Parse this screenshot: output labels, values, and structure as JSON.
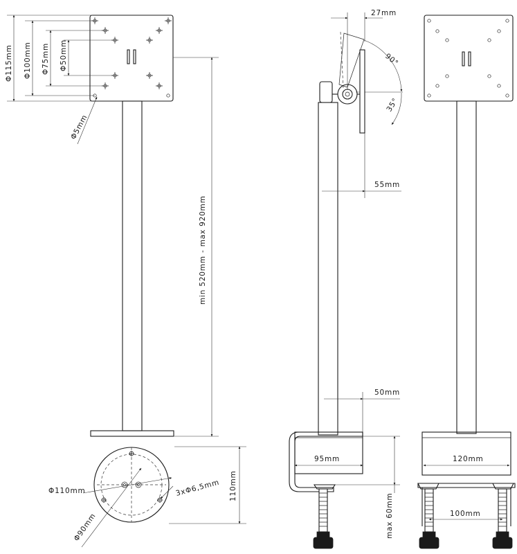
{
  "front_view": {
    "plate_hole_115": "Φ115mm",
    "plate_hole_100": "Φ100mm",
    "plate_hole_75": "Φ75mm",
    "plate_hole_50": "Φ50mm",
    "hole_diameter": "Φ5mm",
    "height_range": "min 520mm  -  max 920mm",
    "base_diameter": "Φ110mm",
    "base_holes": "3xΦ6,5mm",
    "base_bolt_circle": "Φ90mm",
    "base_depth": "110mm"
  },
  "side_view": {
    "tilt_offset": "27mm",
    "tilt_up_angle": "90°",
    "tilt_down_angle": "35°",
    "plate_offset": "55mm",
    "pole_offset": "50mm",
    "clamp_depth": "95mm",
    "clamp_max_opening": "max 60mm"
  },
  "back_view": {
    "clamp_width": "120mm",
    "screw_spacing": "100mm"
  }
}
